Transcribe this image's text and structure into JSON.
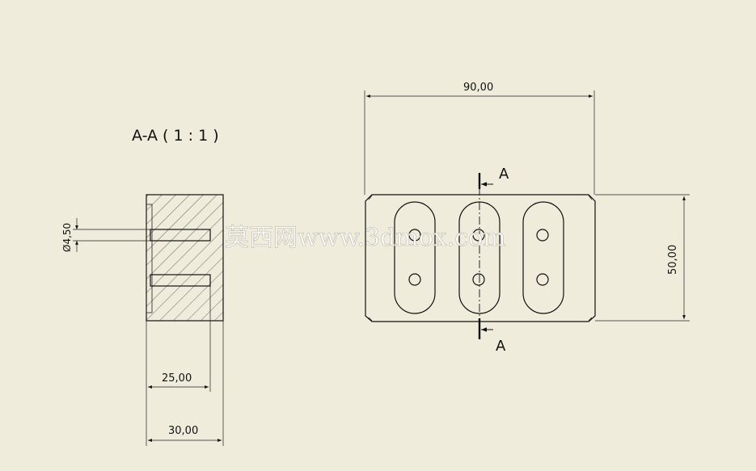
{
  "section_title": "A-A ( 1 : 1 )",
  "dimensions": {
    "width_top": "90,00",
    "height_right": "50,00",
    "hole_diameter": "Ø4,50",
    "depth_slot": "25,00",
    "depth_total": "30,00"
  },
  "section_marks": {
    "top": "A",
    "bottom": "A"
  },
  "watermark": "莫西网www.3dmox.com",
  "colors": {
    "background": "#efecdb",
    "line": "#111111"
  }
}
